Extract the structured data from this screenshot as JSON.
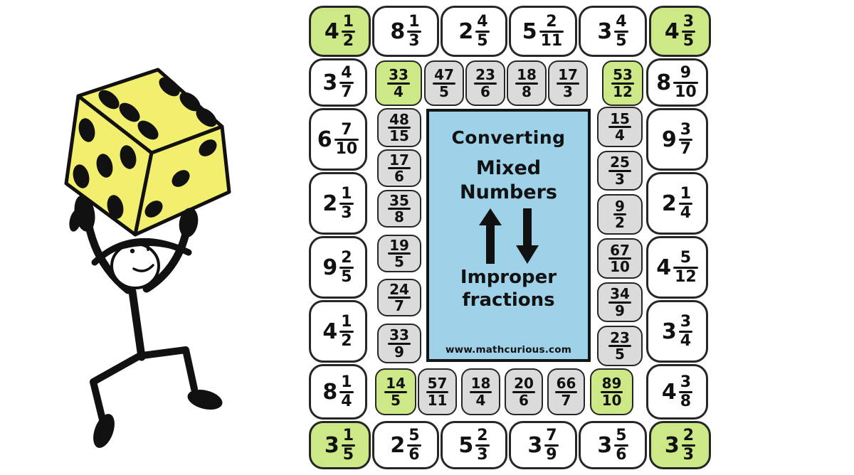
{
  "title": "Converting Mixed Numbers and Improper Fractions board game",
  "colors": {
    "tile_white": "#ffffff",
    "tile_gray": "#dbdbdb",
    "tile_green": "#cde886",
    "tile_border": "#262626",
    "center_blue": "#9dd2e8",
    "die_yellow": "#f1ef6d",
    "ink": "#111111"
  },
  "center": {
    "line1": "Converting",
    "line2": "Mixed",
    "line3": "Numbers",
    "line4": "Improper",
    "line5": "fractions",
    "url": "www.mathcurious.com"
  },
  "figure": {
    "description": "stick figure wearing a hat holding a large yellow die overhead",
    "die_top_face_pips": 6,
    "die_left_face_pips": 5,
    "die_right_face_pips": 3
  },
  "tiles": {
    "outer_top": [
      {
        "whole": "4",
        "num": "1",
        "den": "2",
        "green": true
      },
      {
        "whole": "8",
        "num": "1",
        "den": "3"
      },
      {
        "whole": "2",
        "num": "4",
        "den": "5"
      },
      {
        "whole": "5",
        "num": "2",
        "den": "11"
      },
      {
        "whole": "3",
        "num": "4",
        "den": "5"
      },
      {
        "whole": "4",
        "num": "3",
        "den": "5",
        "green": true
      }
    ],
    "outer_left": [
      {
        "whole": "3",
        "num": "4",
        "den": "7"
      },
      {
        "whole": "6",
        "num": "7",
        "den": "10"
      },
      {
        "whole": "2",
        "num": "1",
        "den": "3"
      },
      {
        "whole": "9",
        "num": "2",
        "den": "5"
      },
      {
        "whole": "4",
        "num": "1",
        "den": "2"
      },
      {
        "whole": "8",
        "num": "1",
        "den": "4"
      }
    ],
    "outer_right": [
      {
        "whole": "8",
        "num": "9",
        "den": "10"
      },
      {
        "whole": "9",
        "num": "3",
        "den": "7"
      },
      {
        "whole": "2",
        "num": "1",
        "den": "4"
      },
      {
        "whole": "4",
        "num": "5",
        "den": "12"
      },
      {
        "whole": "3",
        "num": "3",
        "den": "4"
      },
      {
        "whole": "4",
        "num": "3",
        "den": "8"
      }
    ],
    "outer_bottom": [
      {
        "whole": "3",
        "num": "1",
        "den": "5",
        "green": true
      },
      {
        "whole": "2",
        "num": "5",
        "den": "6"
      },
      {
        "whole": "5",
        "num": "2",
        "den": "3"
      },
      {
        "whole": "3",
        "num": "7",
        "den": "9"
      },
      {
        "whole": "3",
        "num": "5",
        "den": "6"
      },
      {
        "whole": "3",
        "num": "2",
        "den": "3",
        "green": true
      }
    ],
    "inner_top": [
      {
        "num": "33",
        "den": "4",
        "green": true
      },
      {
        "num": "47",
        "den": "5"
      },
      {
        "num": "23",
        "den": "6"
      },
      {
        "num": "18",
        "den": "8"
      },
      {
        "num": "17",
        "den": "3"
      },
      {
        "num": "53",
        "den": "12",
        "green": true
      }
    ],
    "inner_left": [
      {
        "num": "48",
        "den": "15"
      },
      {
        "num": "17",
        "den": "6"
      },
      {
        "num": "35",
        "den": "8"
      },
      {
        "num": "19",
        "den": "5"
      },
      {
        "num": "24",
        "den": "7"
      },
      {
        "num": "33",
        "den": "9"
      }
    ],
    "inner_right": [
      {
        "num": "15",
        "den": "4"
      },
      {
        "num": "25",
        "den": "3"
      },
      {
        "num": "9",
        "den": "2"
      },
      {
        "num": "67",
        "den": "10"
      },
      {
        "num": "34",
        "den": "9"
      },
      {
        "num": "23",
        "den": "5"
      }
    ],
    "inner_bottom": [
      {
        "num": "14",
        "den": "5",
        "green": true
      },
      {
        "num": "57",
        "den": "11"
      },
      {
        "num": "18",
        "den": "4"
      },
      {
        "num": "20",
        "den": "6"
      },
      {
        "num": "66",
        "den": "7"
      },
      {
        "num": "89",
        "den": "10",
        "green": true
      }
    ]
  }
}
